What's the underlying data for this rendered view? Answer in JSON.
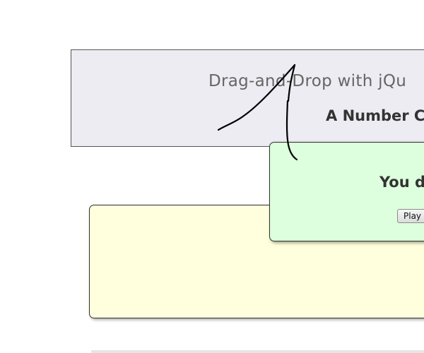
{
  "header": {
    "title": "Drag-and-Drop with jQu",
    "subtitle": "A Number C"
  },
  "dialog": {
    "message": "You d",
    "play_label": "Play A"
  },
  "colors": {
    "header_bg": "#ececf2",
    "dialog_bg": "#ddffdd",
    "drop_area_bg": "#ffffdd"
  }
}
